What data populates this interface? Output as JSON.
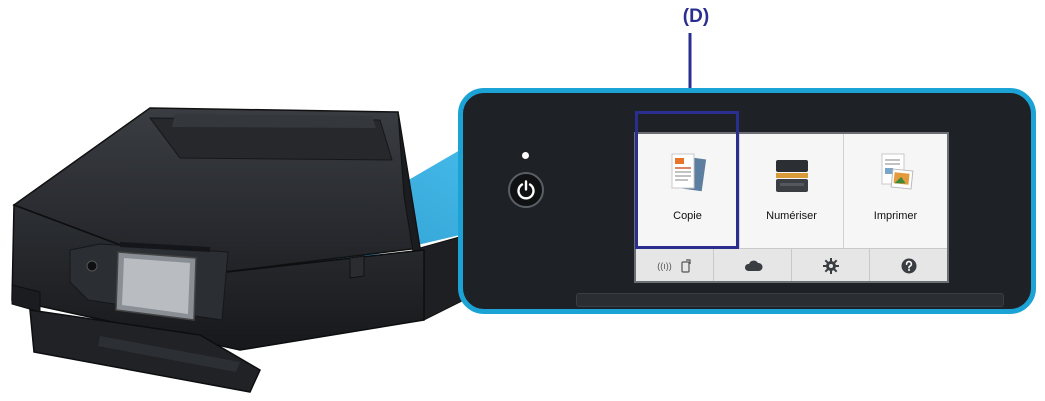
{
  "callout": {
    "label": "(D)"
  },
  "screen": {
    "tiles": [
      {
        "label": "Copie",
        "icon": "copy-document-icon"
      },
      {
        "label": "Numériser",
        "icon": "scanner-icon"
      },
      {
        "label": "Imprimer",
        "icon": "print-photo-icon"
      }
    ],
    "bottom_bar": {
      "wifi_text": "((ı))",
      "icons": [
        "wireless-icon",
        "phone-icon",
        "cloud-icon",
        "gear-icon",
        "help-icon"
      ]
    }
  },
  "colors": {
    "callout": "#2a2f8f",
    "panel_border": "#1ca3d6",
    "beam": "#2ba6da",
    "panel_body": "#1e2125",
    "printer_body": "#2a2c30"
  }
}
